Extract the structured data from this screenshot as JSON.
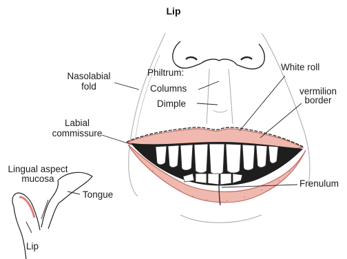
{
  "title": "Lip",
  "labels": {
    "nasolabial_line1": "Nasolabial",
    "nasolabial_line2": "fold",
    "philtrum": "Philtrum:",
    "columns": "Columns",
    "dimple": "Dimple",
    "white_roll": "White roll",
    "vermilion_line1": "vermilion",
    "vermilion_line2": "border",
    "labial_line1": "Labial",
    "labial_line2": "commissure",
    "lingual_line1": "Lingual aspect",
    "lingual_line2": "mucosa",
    "tongue": "Tongue",
    "frenulum": "Frenulum",
    "lip": "Lip"
  },
  "colors": {
    "lip_fill": "#f0b9b0",
    "lip_edge": "#c06a62",
    "line": "#222222",
    "soft_line": "#9a9a9a",
    "mouth_dark": "#1e1e1e"
  }
}
